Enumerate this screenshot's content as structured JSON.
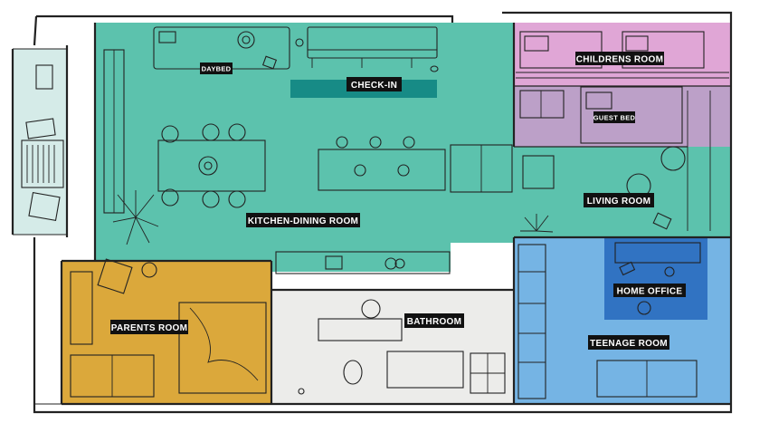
{
  "colors": {
    "kitchen": "#5cc2ad",
    "check_in": "#178b86",
    "childrens": "#e0a6d6",
    "guest": "#bca0c8",
    "parents": "#dba83b",
    "bathroom": "#ececea",
    "teenage": "#75b4e4",
    "office": "#3173c2",
    "balcony": "#d5ebe8",
    "label_bg": "#111111",
    "label_text": "#ffffff"
  },
  "labels": {
    "daybed": "DAYBED",
    "check_in": "CHECK-IN",
    "childrens_room": "CHILDRENS ROOM",
    "guest_bed": "GUEST BED",
    "living_room": "LIVING ROOM",
    "kitchen_dining": "KITCHEN-DINING ROOM",
    "home_office": "HOME OFFICE",
    "parents_room": "PARENTS ROOM",
    "bathroom": "BATHROOM",
    "teenage_room": "TEENAGE ROOM"
  }
}
